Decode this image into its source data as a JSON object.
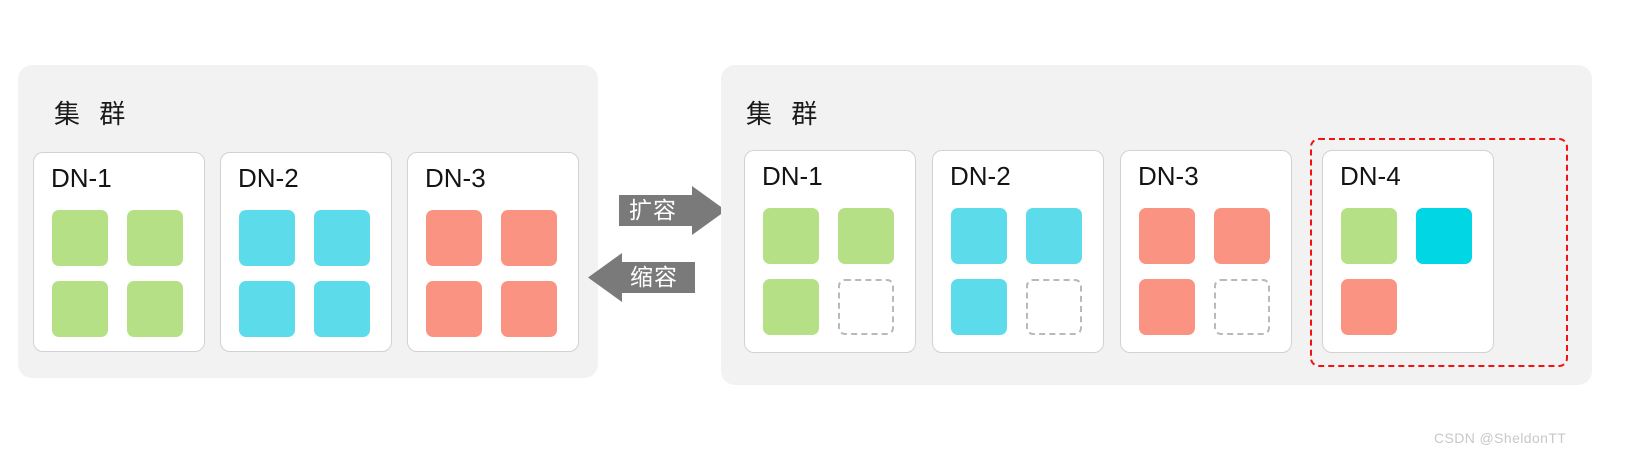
{
  "colors": {
    "page_background": "#ffffff",
    "cluster_panel": "#f2f2f2",
    "card_background": "#ffffff",
    "card_border": "#d2d2d2",
    "green_block": "#b5e086",
    "cyan_block": "#5cdcea",
    "cyan_bright_block": "#00d6e4",
    "salmon_block": "#fb9383",
    "empty_block_border": "#b9b9b9",
    "arrow_fill": "#7a7a7a",
    "arrow_text": "#ffffff",
    "highlight_dashed": "#f31212",
    "title_text": "#1a1a1a",
    "watermark_text": "#c8c8c8"
  },
  "left_cluster": {
    "title": "集 群",
    "nodes": [
      {
        "label": "DN-1",
        "blocks": [
          {
            "state": "filled",
            "color": "#b5e086"
          },
          {
            "state": "filled",
            "color": "#b5e086"
          },
          {
            "state": "filled",
            "color": "#b5e086"
          },
          {
            "state": "filled",
            "color": "#b5e086"
          }
        ]
      },
      {
        "label": "DN-2",
        "blocks": [
          {
            "state": "filled",
            "color": "#5cdcea"
          },
          {
            "state": "filled",
            "color": "#5cdcea"
          },
          {
            "state": "filled",
            "color": "#5cdcea"
          },
          {
            "state": "filled",
            "color": "#5cdcea"
          }
        ]
      },
      {
        "label": "DN-3",
        "blocks": [
          {
            "state": "filled",
            "color": "#fb9383"
          },
          {
            "state": "filled",
            "color": "#fb9383"
          },
          {
            "state": "filled",
            "color": "#fb9383"
          },
          {
            "state": "filled",
            "color": "#fb9383"
          }
        ]
      }
    ]
  },
  "transition": {
    "scale_out_label": "扩容",
    "scale_out_direction": "right",
    "scale_in_label": "缩容",
    "scale_in_direction": "left"
  },
  "right_cluster": {
    "title": "集 群",
    "nodes": [
      {
        "label": "DN-1",
        "highlighted": false,
        "blocks": [
          {
            "state": "filled",
            "color": "#b5e086"
          },
          {
            "state": "filled",
            "color": "#b5e086"
          },
          {
            "state": "filled",
            "color": "#b5e086"
          },
          {
            "state": "empty",
            "color": ""
          }
        ]
      },
      {
        "label": "DN-2",
        "highlighted": false,
        "blocks": [
          {
            "state": "filled",
            "color": "#5cdcea"
          },
          {
            "state": "filled",
            "color": "#5cdcea"
          },
          {
            "state": "filled",
            "color": "#5cdcea"
          },
          {
            "state": "empty",
            "color": ""
          }
        ]
      },
      {
        "label": "DN-3",
        "highlighted": false,
        "blocks": [
          {
            "state": "filled",
            "color": "#fb9383"
          },
          {
            "state": "filled",
            "color": "#fb9383"
          },
          {
            "state": "filled",
            "color": "#fb9383"
          },
          {
            "state": "empty",
            "color": ""
          }
        ]
      },
      {
        "label": "DN-4",
        "highlighted": true,
        "blocks": [
          {
            "state": "filled",
            "color": "#b5e086"
          },
          {
            "state": "filled",
            "color": "#00d6e4"
          },
          {
            "state": "filled",
            "color": "#fb9383"
          },
          {
            "state": "blank",
            "color": ""
          }
        ]
      }
    ]
  },
  "watermark": {
    "text": "CSDN @SheldonTT"
  }
}
